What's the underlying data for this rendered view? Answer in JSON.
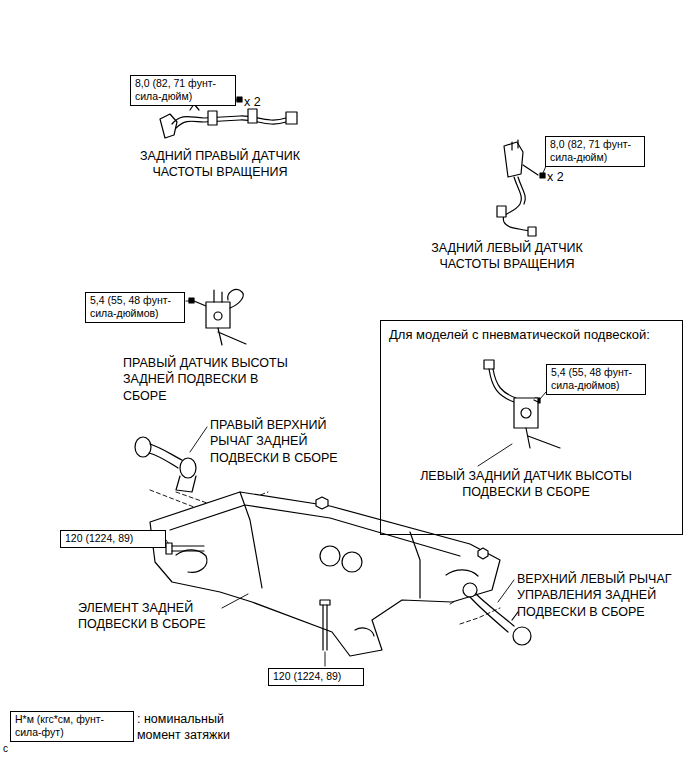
{
  "diagram": {
    "nodes": [
      {
        "text": [
          "8,0 (82, 71 фунт-сила-дюйм)"
        ]
      },
      {
        "text": [
          "8,0 (82, 71 фунт-сила-дюйм)"
        ]
      },
      {
        "text": [
          "5,4 (55, 48 фунт-сила-дюймов)"
        ]
      },
      {
        "text": [
          "Для моделей с пневматической подвеской:"
        ]
      },
      {
        "text": [
          "5,4 (55, 48 фунт-сила-дюймов)"
        ],
        "in": 3
      },
      {
        "text": [
          "120 (1224, 89)"
        ]
      },
      {
        "text": [
          "120 (1224, 89)"
        ]
      },
      {
        "text": [
          "Н*м (кгс*см, фунт-сила-фут)"
        ]
      }
    ],
    "labels": [
      "x 2",
      "ЗАДНИЙ ПРАВЫЙ ДАТЧИК ЧАСТОТЫ ВРАЩЕНИЯ",
      "x 2",
      "ЗАДНИЙ ЛЕВЫЙ ДАТЧИК ЧАСТОТЫ ВРАЩЕНИЯ",
      "ПРАВЫЙ ДАТЧИК ВЫСОТЫ ЗАДНЕЙ ПОДВЕСКИ В СБОРЕ",
      "ЛЕВЫЙ ЗАДНИЙ ДАТЧИК ВЫСОТЫ ПОДВЕСКИ В СБОРЕ",
      "ПРАВЫЙ ВЕРХНИЙ РЫЧАГ ЗАДНЕЙ ПОДВЕСКИ В СБОРЕ",
      "ЭЛЕМЕНТ ЗАДНЕЙ ПОДВЕСКИ В СБОРЕ",
      "ВЕРХНИЙ ЛЕВЫЙ РЫЧАГ УПРАВЛЕНИЯ ЗАДНЕЙ ПОДВЕСКИ В СБОРЕ",
      ": номинальный момент затяжки",
      "c"
    ]
  }
}
